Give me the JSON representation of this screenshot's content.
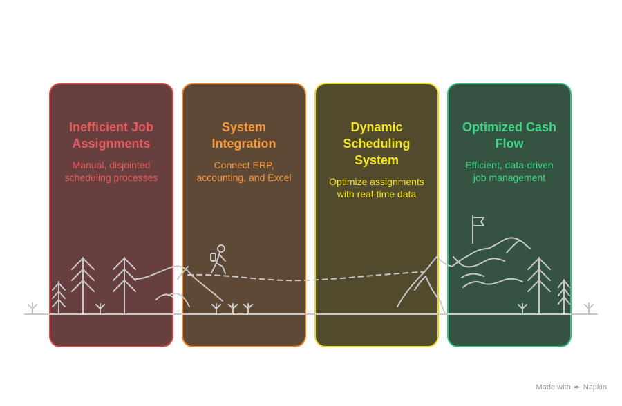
{
  "cards": [
    {
      "title": "Inefficient Job\nAssignments",
      "description": "Manual, disjointed\nscheduling processes"
    },
    {
      "title": "System\nIntegration",
      "description": "Connect ERP,\naccounting, and Excel"
    },
    {
      "title": "Dynamic\nScheduling\nSystem",
      "description": "Optimize assignments\nwith real-time data"
    },
    {
      "title": "Optimized Cash\nFlow",
      "description": "Efficient, data-driven\njob management"
    }
  ],
  "footer": {
    "made_with": "Made with",
    "brand": "Napkin",
    "logo_icon": "napkin-logo-icon"
  },
  "colors": {
    "card1_accent": "#e85a5a",
    "card2_accent": "#f79a3a",
    "card3_accent": "#f4e61c",
    "card4_accent": "#3fd587",
    "line_art": "#c8c8c8"
  }
}
